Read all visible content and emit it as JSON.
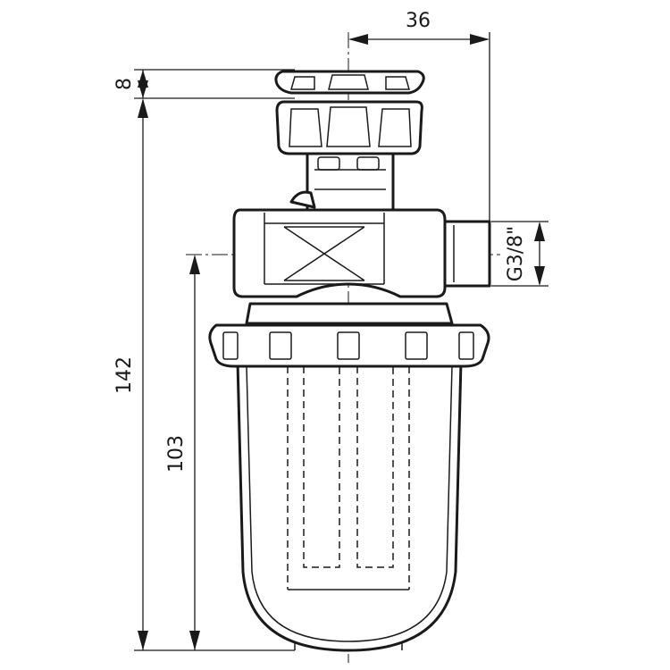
{
  "dimensions": {
    "width_to_outlet": "36",
    "cap_height": "8",
    "total_height": "142",
    "inlet_height": "103",
    "thread": "G3/8\""
  }
}
